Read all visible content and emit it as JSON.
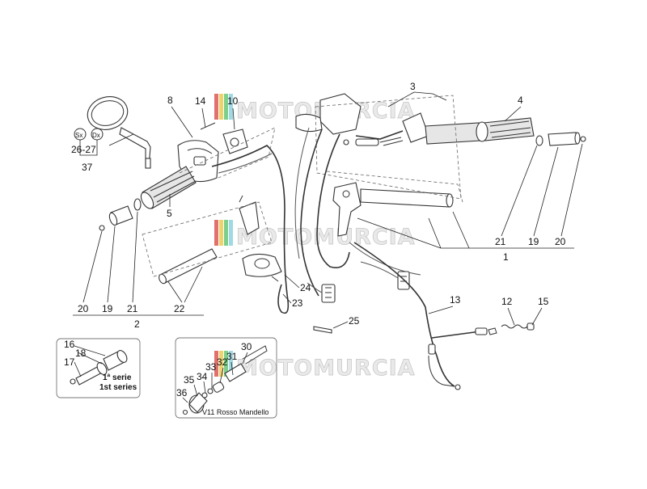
{
  "watermark": {
    "text": "MOTOMURCIA"
  },
  "labels": {
    "l3": "3",
    "l4": "4",
    "l8": "8",
    "l14": "14",
    "l10": "10",
    "l5": "5",
    "l2627": "26-27",
    "l37": "37",
    "sx": "Sx",
    "dx": "Dx",
    "l21r": "21",
    "l19r": "19",
    "l20r": "20",
    "l1": "1",
    "l20l": "20",
    "l19l": "19",
    "l21l": "21",
    "l22": "22",
    "l2": "2",
    "l24": "24",
    "l23": "23",
    "l25": "25",
    "l13": "13",
    "l12": "12",
    "l15": "15",
    "l16": "16",
    "l17": "17",
    "l18": "18",
    "serie1": "1ª serie",
    "serie2": "1st series",
    "l30": "30",
    "l31": "31",
    "l32": "32",
    "l33": "33",
    "l34": "34",
    "l35": "35",
    "l36": "36",
    "v11": "V11 Rosso Mandello"
  },
  "colors": {
    "stripe_red": "#e0716c",
    "stripe_yellow": "#ecd36a",
    "stripe_green": "#7fcf8a",
    "stripe_cyan": "#9fd9e3"
  }
}
